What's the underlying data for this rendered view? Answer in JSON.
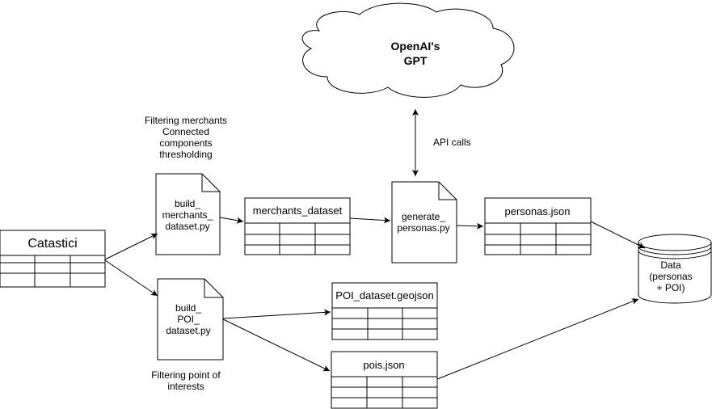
{
  "cloud": {
    "line1": "OpenAI's",
    "line2": "GPT"
  },
  "api_label": "API calls",
  "filter_merchants": [
    "Filtering merchants",
    "Connected",
    "components",
    "thresholding"
  ],
  "filter_poi": [
    "Filtering point of",
    "interests"
  ],
  "catastici": {
    "title": "Catastici"
  },
  "build_merchants": {
    "lines": [
      "build_",
      "merchants_",
      "dataset.py"
    ]
  },
  "build_poi": {
    "lines": [
      "build_",
      "POI_",
      "dataset.py"
    ]
  },
  "generate": {
    "lines": [
      "generate_",
      "personas.py"
    ]
  },
  "merchants_dataset": {
    "title": "merchants_dataset"
  },
  "personas_json": {
    "title": "personas.json"
  },
  "poi_geojson": {
    "title": "POI_dataset.geojson"
  },
  "pois_json": {
    "title": "pois.json"
  },
  "data_store": {
    "lines": [
      "Data",
      "(personas",
      "+ POI)"
    ]
  }
}
